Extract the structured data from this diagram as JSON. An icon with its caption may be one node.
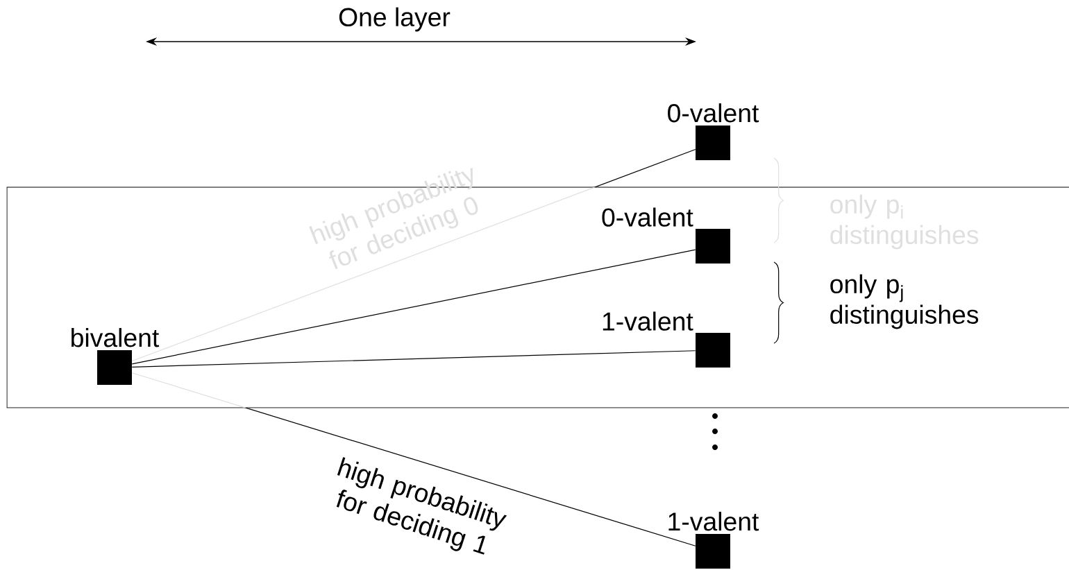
{
  "diagram": {
    "nodes": [
      {
        "text": [
          "bivalent"
        ]
      },
      {
        "text": [
          "0-valent"
        ]
      },
      {
        "text": [
          "0-valent"
        ]
      },
      {
        "text": [
          "1-valent"
        ]
      },
      {
        "text": [
          "1-valent"
        ]
      }
    ],
    "edges": [
      {
        "from": 0,
        "to": 1,
        "arrow": "none",
        "label": "high probability for deciding 0"
      },
      {
        "from": 0,
        "to": 2,
        "arrow": "none",
        "color": "#000000"
      },
      {
        "from": 0,
        "to": 3,
        "arrow": "none",
        "color": "#000000"
      },
      {
        "from": 0,
        "to": 4,
        "arrow": "none",
        "label": "high probability for deciding 1"
      }
    ],
    "labels": [
      "One layer",
      "only p$_{i}$ distinguishes",
      "only p$_{j}$ distinguishes"
    ]
  }
}
